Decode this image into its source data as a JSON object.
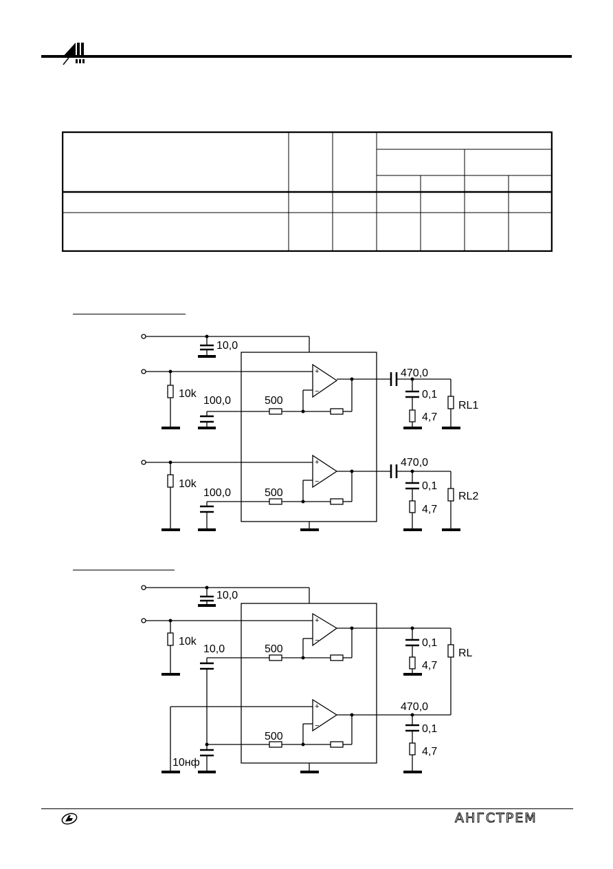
{
  "footer": {
    "brand": "АНГСТРЕМ"
  },
  "schematic_1": {
    "c_supply": "10,0",
    "r_in_1": "10k",
    "c_fb_1": "100,0",
    "r_fb_1": "500",
    "c_out_1": "470,0",
    "c_z_1": "0,1",
    "r_z_1": "4,7",
    "load_1": "RL1",
    "r_in_2": "10k",
    "c_fb_2": "100,0",
    "r_fb_2": "500",
    "c_out_2": "470,0",
    "c_z_2": "0,1",
    "r_z_2": "4,7",
    "load_2": "RL2",
    "amp_plus": "+",
    "amp_minus": "−"
  },
  "schematic_2": {
    "c_supply": "10,0",
    "r_in": "10k",
    "c_fb": "10,0",
    "r_fb_1": "500",
    "c_z_1": "0,1",
    "r_z_1": "4,7",
    "load": "RL",
    "c_out": "470,0",
    "r_fb_2": "500",
    "c_z_2": "0,1",
    "r_z_2": "4,7",
    "c_bridge": "10нф",
    "amp_plus": "+",
    "amp_minus": "−"
  }
}
